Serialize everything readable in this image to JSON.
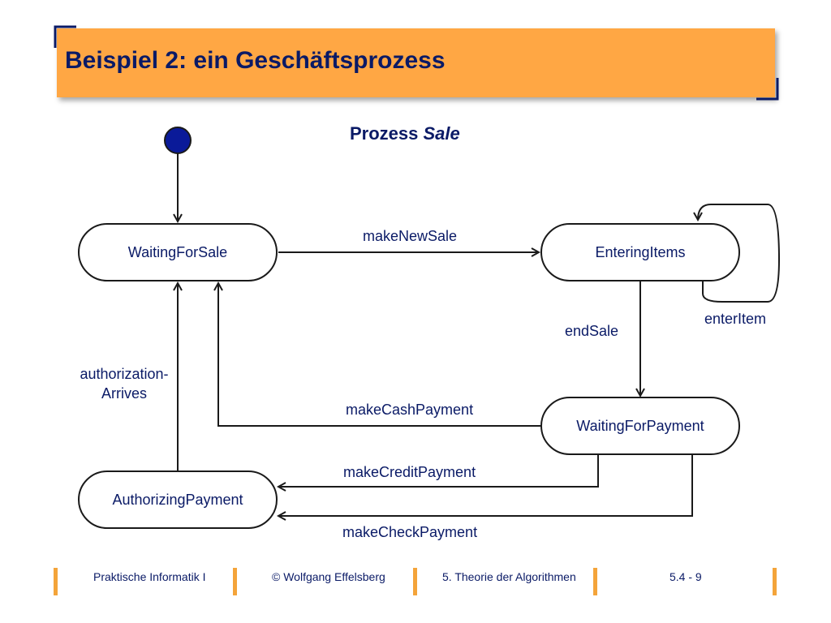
{
  "slide": {
    "title": "Beispiel 2: ein Geschäftsprozess"
  },
  "diagram": {
    "title_prefix": "Prozess ",
    "title_name": "Sale",
    "states": {
      "waiting_for_sale": "WaitingForSale",
      "entering_items": "EnteringItems",
      "waiting_for_payment": "WaitingForPayment",
      "authorizing_payment": "AuthorizingPayment"
    },
    "transitions": {
      "make_new_sale": "makeNewSale",
      "enter_item": "enterItem",
      "end_sale": "endSale",
      "authorization_arrives_1": "authorization-",
      "authorization_arrives_2": "Arrives",
      "make_cash_payment": "makeCashPayment",
      "make_credit_payment": "makeCreditPayment",
      "make_check_payment": "makeCheckPayment"
    }
  },
  "footer": {
    "course": "Praktische Informatik I",
    "author": "© Wolfgang Effelsberg",
    "chapter": "5. Theorie der Algorithmen",
    "page": "5.4 - 9"
  },
  "colors": {
    "title_bar": "#ffa744",
    "text_navy": "#0a1a66",
    "initial_node": "#0a1a99",
    "footer_bar": "#f4a43a"
  }
}
